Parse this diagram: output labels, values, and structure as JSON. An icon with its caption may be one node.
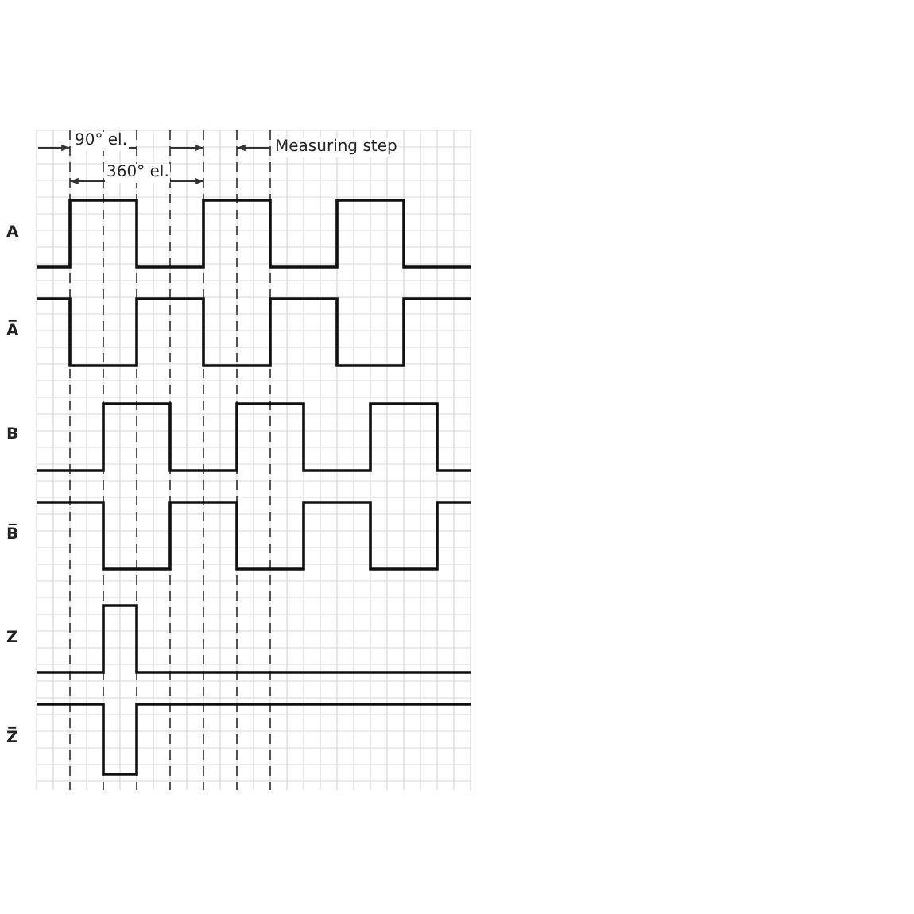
{
  "diagram": {
    "labels": [
      "90° el.",
      "Measuring step",
      "360° el.",
      "A",
      "A̅",
      "B",
      "B̅",
      "Z",
      "Z̅"
    ]
  }
}
